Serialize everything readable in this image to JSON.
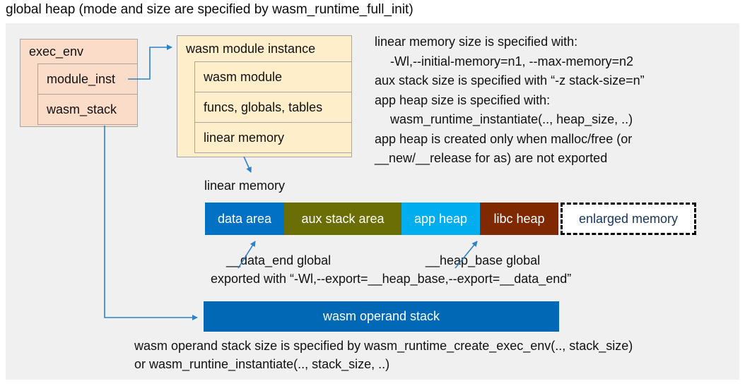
{
  "title": "global heap (mode and size are specified by wasm_runtime_full_init)",
  "exec_env": {
    "header": "exec_env",
    "rows": [
      "module_inst",
      "wasm_stack"
    ]
  },
  "module_instance": {
    "header": "wasm module instance",
    "rows": [
      "wasm module",
      "funcs, globals, tables",
      "linear memory"
    ]
  },
  "notes_right": [
    "linear memory size is specified with:",
    "-Wl,--initial-memory=n1, --max-memory=n2",
    "aux stack size is specified with “-z stack-size=n”",
    "app heap size is specified with:",
    "wasm_runtime_instantiate(.., heap_size, ..)",
    "app heap is created only when malloc/free (or",
    "__new/__release for as) are not exported"
  ],
  "linear_memory": {
    "label": "linear memory",
    "segments": [
      {
        "label": "data area",
        "color": "#0071c5",
        "text_color": "#ffffff"
      },
      {
        "label": "aux stack area",
        "color": "#6a6e04",
        "text_color": "#ffffff"
      },
      {
        "label": "app heap",
        "color": "#00aeef",
        "text_color": "#ffffff"
      },
      {
        "label": "libc heap",
        "color": "#802800",
        "text_color": "#ffffff"
      },
      {
        "label": "enlarged memory",
        "color": "#ffffff",
        "text_color": "#17365d",
        "border": "dashed"
      }
    ]
  },
  "annotations": {
    "data_end": "__data_end global",
    "heap_base": "__heap_base global",
    "export_line": "exported with “-Wl,--export=__heap_base,--export=__data_end”"
  },
  "operand_stack": {
    "label": "wasm operand stack",
    "color": "#0068b5"
  },
  "notes_bottom": [
    "wasm operand stack size is specified by wasm_runtime_create_exec_env(.., stack_size)",
    "or wasm_runtine_instantiate(.., stack_size, ..)"
  ],
  "colors": {
    "panel_bg": "#f0f0f0",
    "struct_peach": "#fbdcc8",
    "struct_cream": "#feeeca",
    "box_border": "#a6a6a6",
    "connector_blue": "#2e80c8"
  }
}
